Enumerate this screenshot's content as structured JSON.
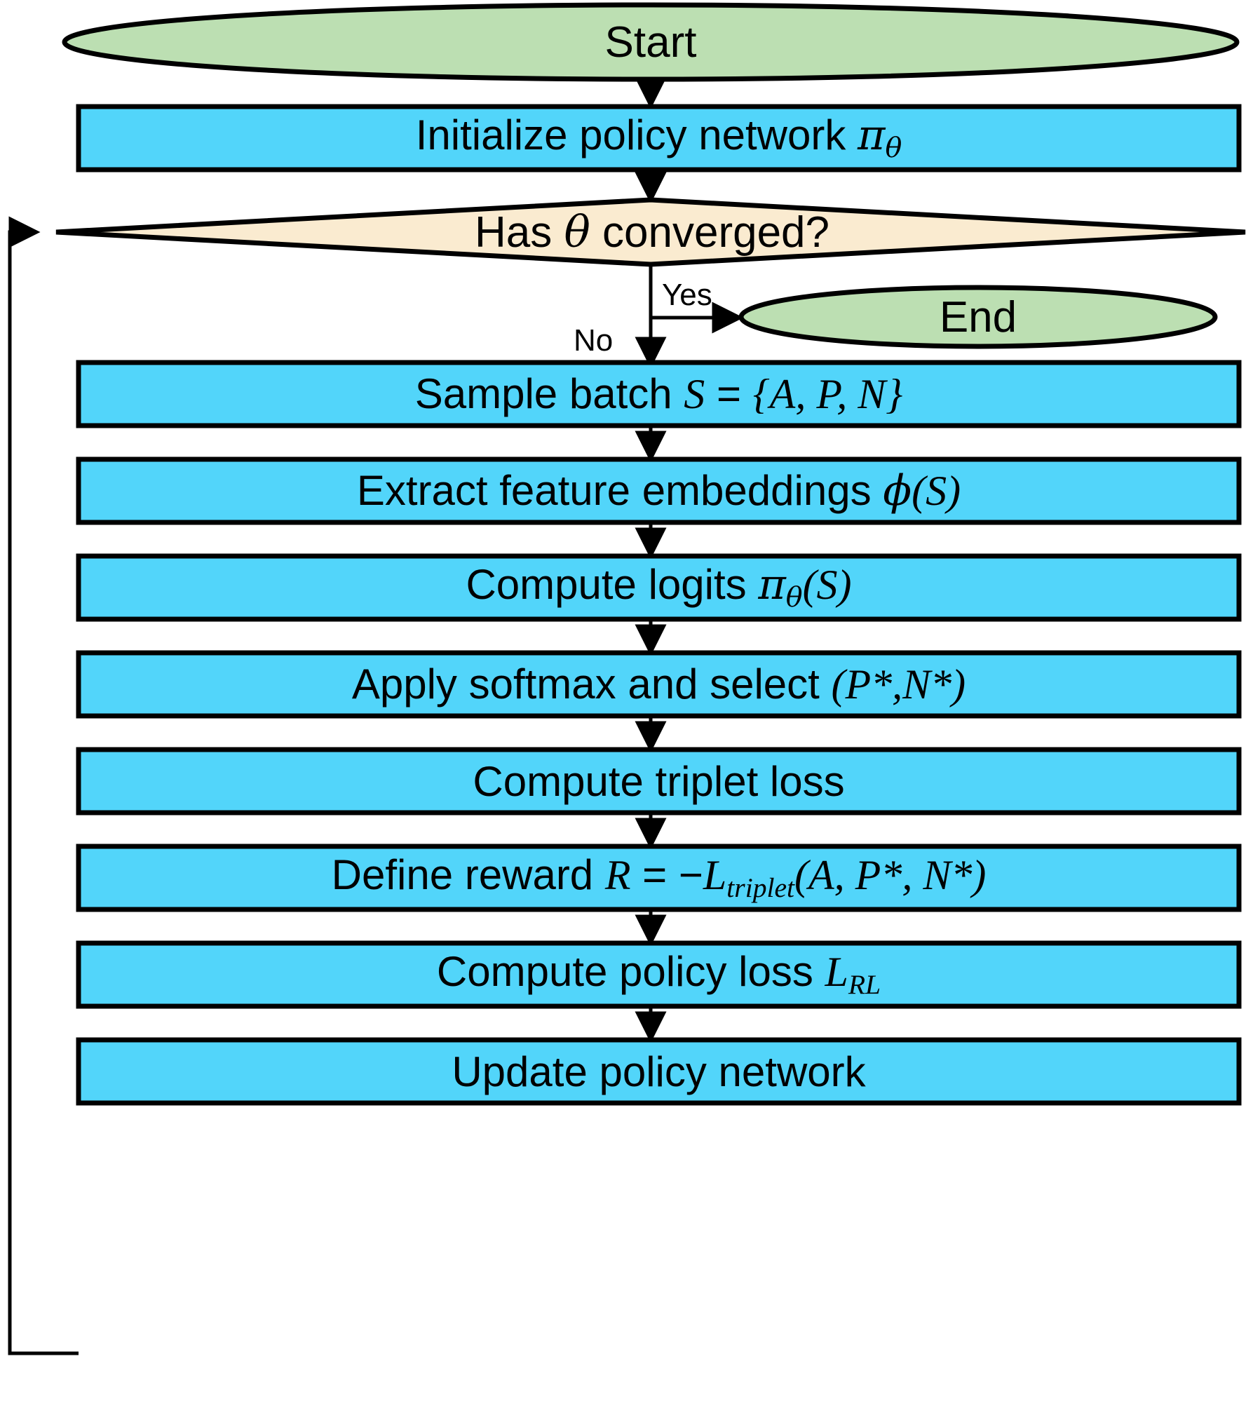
{
  "diagram": {
    "type": "flowchart",
    "title": "Reinforcement learning triplet mining training loop",
    "colors": {
      "terminal_fill": "#bcdfb2",
      "process_fill": "#52d5fa",
      "decision_fill": "#faebd0",
      "stroke": "#000000",
      "text": "#000000",
      "background": "#ffffff"
    },
    "nodes": [
      {
        "id": "start",
        "shape": "ellipse",
        "label": "Start",
        "fill": "#bcdfb2"
      },
      {
        "id": "init",
        "shape": "rectangle",
        "label": "Initialize policy network πθ",
        "label_parts": [
          {
            "t": "Initialize policy network ",
            "s": "plain"
          },
          {
            "t": "π",
            "s": "greek"
          },
          {
            "t": "θ",
            "s": "greek-sub"
          }
        ],
        "fill": "#52d5fa"
      },
      {
        "id": "converged",
        "shape": "diamond",
        "label": "Has θ converged?",
        "label_parts": [
          {
            "t": "Has ",
            "s": "plain"
          },
          {
            "t": "θ",
            "s": "greek"
          },
          {
            "t": " converged?",
            "s": "plain"
          }
        ],
        "fill": "#faebd0"
      },
      {
        "id": "end",
        "shape": "ellipse",
        "label": "End",
        "fill": "#bcdfb2"
      },
      {
        "id": "sample",
        "shape": "rectangle",
        "label": "Sample batch S = {A, P, N}",
        "label_parts": [
          {
            "t": "Sample batch ",
            "s": "plain"
          },
          {
            "t": "S",
            "s": "math"
          },
          {
            "t": " = ",
            "s": "plain"
          },
          {
            "t": "{A, P, N}",
            "s": "math"
          }
        ],
        "fill": "#52d5fa"
      },
      {
        "id": "extract",
        "shape": "rectangle",
        "label": "Extract feature embeddings ϕ(S)",
        "label_parts": [
          {
            "t": "Extract feature embeddings ",
            "s": "plain"
          },
          {
            "t": "ϕ",
            "s": "greek"
          },
          {
            "t": "(S)",
            "s": "math"
          }
        ],
        "fill": "#52d5fa"
      },
      {
        "id": "logits",
        "shape": "rectangle",
        "label": "Compute logits πθ(S)",
        "label_parts": [
          {
            "t": "Compute logits ",
            "s": "plain"
          },
          {
            "t": "π",
            "s": "greek"
          },
          {
            "t": "θ",
            "s": "greek-sub"
          },
          {
            "t": "(S)",
            "s": "math"
          }
        ],
        "fill": "#52d5fa"
      },
      {
        "id": "softmax",
        "shape": "rectangle",
        "label": "Apply softmax and select (P*,N*)",
        "label_parts": [
          {
            "t": "Apply softmax and select ",
            "s": "plain"
          },
          {
            "t": "(P*,N*)",
            "s": "math"
          }
        ],
        "fill": "#52d5fa"
      },
      {
        "id": "triplet",
        "shape": "rectangle",
        "label": "Compute triplet loss",
        "fill": "#52d5fa"
      },
      {
        "id": "reward",
        "shape": "rectangle",
        "label": "Define reward R = −L_triplet(A, P*, N*)",
        "label_parts": [
          {
            "t": "Define reward ",
            "s": "plain"
          },
          {
            "t": "R",
            "s": "math"
          },
          {
            "t": " = −",
            "s": "plain"
          },
          {
            "t": "L",
            "s": "math"
          },
          {
            "t": "triplet",
            "s": "math-sub"
          },
          {
            "t": "(A, P*, N*)",
            "s": "math"
          }
        ],
        "fill": "#52d5fa"
      },
      {
        "id": "policyloss",
        "shape": "rectangle",
        "label": "Compute policy loss L_RL",
        "label_parts": [
          {
            "t": "Compute policy loss ",
            "s": "plain"
          },
          {
            "t": "L",
            "s": "math"
          },
          {
            "t": "RL",
            "s": "math-sub"
          }
        ],
        "fill": "#52d5fa"
      },
      {
        "id": "update",
        "shape": "rectangle",
        "label": "Update policy network",
        "fill": "#52d5fa"
      }
    ],
    "edges": [
      {
        "from": "start",
        "to": "init",
        "label": ""
      },
      {
        "from": "init",
        "to": "converged",
        "label": ""
      },
      {
        "from": "converged",
        "to": "end",
        "label": "Yes"
      },
      {
        "from": "converged",
        "to": "sample",
        "label": "No"
      },
      {
        "from": "sample",
        "to": "extract",
        "label": ""
      },
      {
        "from": "extract",
        "to": "logits",
        "label": ""
      },
      {
        "from": "logits",
        "to": "softmax",
        "label": ""
      },
      {
        "from": "softmax",
        "to": "triplet",
        "label": ""
      },
      {
        "from": "triplet",
        "to": "reward",
        "label": ""
      },
      {
        "from": "reward",
        "to": "policyloss",
        "label": ""
      },
      {
        "from": "policyloss",
        "to": "update",
        "label": ""
      },
      {
        "from": "update",
        "to": "converged",
        "label": ""
      }
    ],
    "edge_labels": {
      "yes": "Yes",
      "no": "No"
    }
  }
}
